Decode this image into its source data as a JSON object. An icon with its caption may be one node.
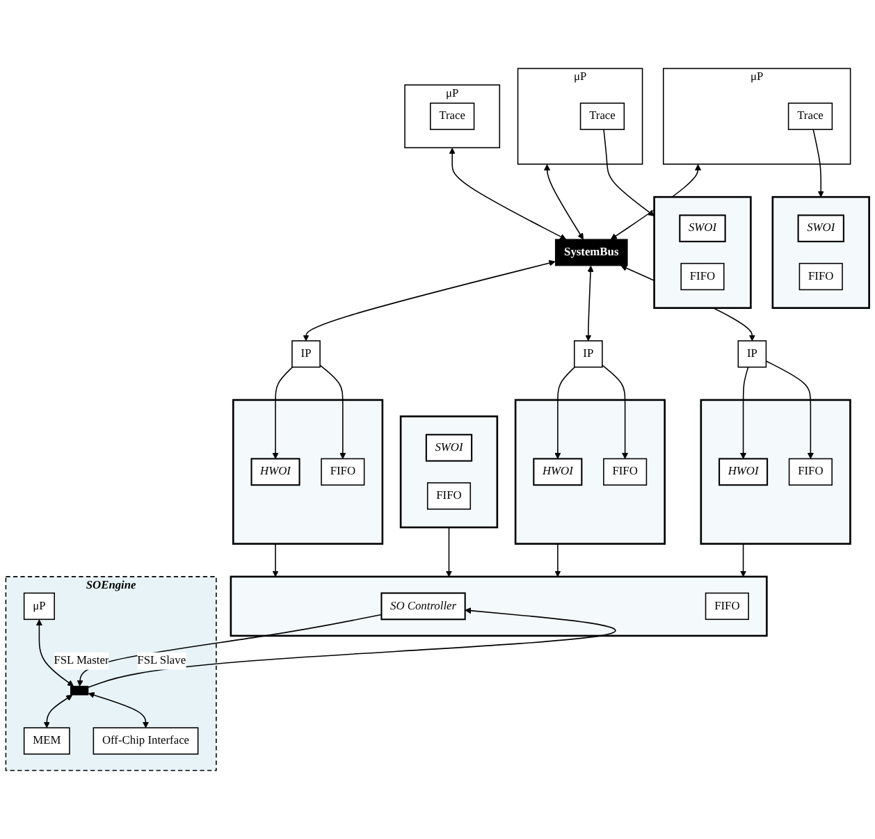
{
  "diagram": {
    "nodes": [
      {
        "text": [
          "μP"
        ]
      },
      {
        "text": [
          "Trace"
        ],
        "in": 0
      },
      {
        "text": [],
        "shape": "box"
      },
      {
        "text": [
          "SWOI"
        ],
        "in": 2
      },
      {
        "text": [
          "FIFO"
        ],
        "in": 2
      },
      {
        "text": [
          "μP"
        ]
      },
      {
        "text": [
          "Trace"
        ],
        "in": 5
      },
      {
        "text": [],
        "shape": "box"
      },
      {
        "text": [
          "SWOI"
        ],
        "in": 7
      },
      {
        "text": [
          "FIFO"
        ],
        "in": 7
      },
      {
        "text": [
          "μP"
        ]
      },
      {
        "text": [
          "Trace"
        ],
        "in": 10
      },
      {
        "text": [],
        "shape": "box"
      },
      {
        "text": [
          "SWOI"
        ],
        "in": 12
      },
      {
        "text": [
          "FIFO"
        ],
        "in": 12
      },
      {
        "text": [
          "SystemBus"
        ]
      },
      {
        "text": [
          "IP"
        ]
      },
      {
        "text": [
          "IP"
        ]
      },
      {
        "text": [
          "IP"
        ]
      },
      {
        "text": [],
        "shape": "box"
      },
      {
        "text": [
          "HWOI"
        ],
        "in": 19
      },
      {
        "text": [
          "FIFO"
        ],
        "in": 19
      },
      {
        "text": [],
        "shape": "box"
      },
      {
        "text": [
          "HWOI"
        ],
        "in": 22
      },
      {
        "text": [
          "FIFO"
        ],
        "in": 22
      },
      {
        "text": [],
        "shape": "box"
      },
      {
        "text": [
          "HWOI"
        ],
        "in": 25
      },
      {
        "text": [
          "FIFO"
        ],
        "in": 25
      },
      {
        "text": [],
        "shape": "box"
      },
      {
        "text": [
          "SO Controller"
        ],
        "in": 28
      },
      {
        "text": [
          "FIFO"
        ],
        "in": 28
      },
      {
        "text": [
          "SOEngine"
        ]
      },
      {
        "text": [],
        "shape": "bar",
        "in": 31
      },
      {
        "text": [
          "μP"
        ],
        "in": 31
      },
      {
        "text": [
          "MEM"
        ],
        "in": 31
      },
      {
        "text": [
          "Off-Chip Interface"
        ],
        "in": 31
      }
    ],
    "edges": [
      {
        "from": 0,
        "to": 15,
        "arrow": "both"
      },
      {
        "from": 1,
        "to": 2,
        "arrow": "to"
      },
      {
        "from": 5,
        "to": 15,
        "arrow": "both"
      },
      {
        "from": 6,
        "to": 7,
        "arrow": "to"
      },
      {
        "from": 10,
        "to": 15,
        "arrow": "both"
      },
      {
        "from": 15,
        "to": 16,
        "arrow": "both"
      },
      {
        "from": 15,
        "to": 17,
        "arrow": "both"
      },
      {
        "from": 15,
        "to": 18,
        "arrow": "both"
      },
      {
        "from": 16,
        "to": 20,
        "arrow": "to"
      },
      {
        "from": 16,
        "to": 21,
        "arrow": "to"
      },
      {
        "from": 17,
        "to": 23,
        "arrow": "to"
      },
      {
        "from": 17,
        "to": 24,
        "arrow": "to"
      },
      {
        "from": 18,
        "to": 26,
        "arrow": "to"
      },
      {
        "from": 18,
        "to": 27,
        "arrow": "to"
      },
      {
        "from": 19,
        "to": 28,
        "arrow": "to"
      },
      {
        "from": 22,
        "to": 28,
        "arrow": "to"
      },
      {
        "from": 25,
        "to": 28,
        "arrow": "to"
      },
      {
        "from": 12,
        "to": 28,
        "arrow": "to"
      },
      {
        "from": 32,
        "to": 29,
        "label": "FSL Slave",
        "arrow": "to"
      },
      {
        "from": 29,
        "to": 32,
        "label": "FSL Master",
        "arrow": "to"
      },
      {
        "from": 33,
        "to": 32,
        "arrow": "both"
      },
      {
        "from": 32,
        "to": 34,
        "arrow": "both"
      },
      {
        "from": 32,
        "to": 35,
        "arrow": "both"
      }
    ]
  }
}
